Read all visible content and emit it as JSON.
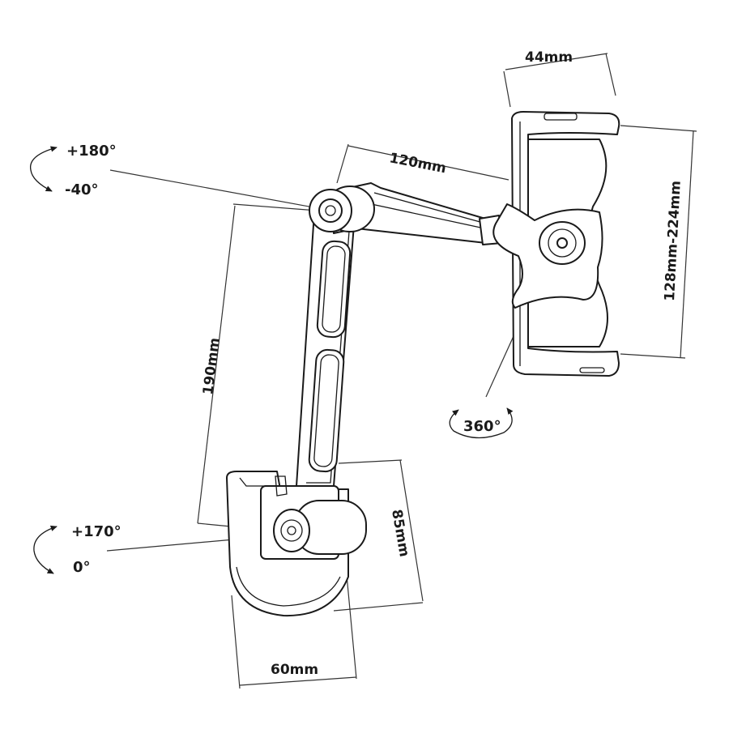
{
  "dimensions": {
    "clamp_depth": "44mm",
    "arm_length": "120mm",
    "clamp_range": "128mm-224mm",
    "arm_height": "190mm",
    "base_height": "85mm",
    "base_width": "60mm"
  },
  "rotations": {
    "elbow_max": "+180°",
    "elbow_min": "-40°",
    "holder_rotation": "360°",
    "base_max": "+170°",
    "base_min": "0°"
  }
}
